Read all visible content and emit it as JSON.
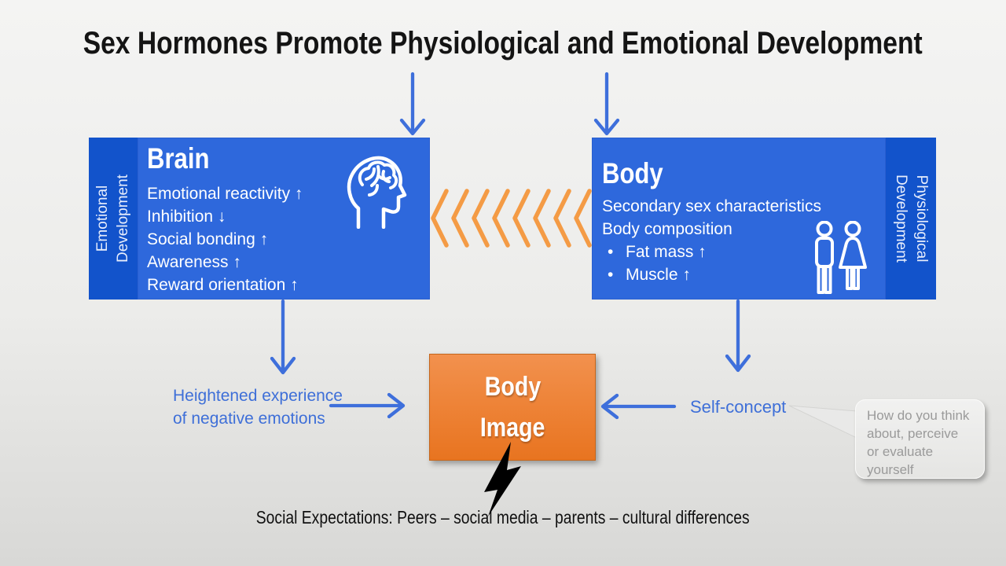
{
  "title": "Sex Hormones Promote Physiological and Emotional Development",
  "brain_box": {
    "side_label": [
      "Emotional",
      "Development"
    ],
    "title": "Brain",
    "items": [
      "Emotional reactivity ↑",
      "Inhibition ↓",
      "Social bonding ↑",
      "Awareness ↑",
      "Reward orientation ↑"
    ],
    "icon": "brain-head-icon"
  },
  "body_box": {
    "side_label": [
      "Physiological",
      "Development"
    ],
    "title": "Body",
    "lines": [
      "Secondary sex characteristics",
      "Body composition"
    ],
    "bullet_char": "•",
    "bullets": [
      "Fat mass ↑",
      "Muscle ↑"
    ],
    "icon": "male-female-icon"
  },
  "center_box": {
    "lines": [
      "Body",
      "Image"
    ]
  },
  "notes": {
    "left": [
      "Heightened experience",
      "of negative emotions"
    ],
    "right": "Self-concept",
    "bottom": "Social Expectations: Peers – social media – parents – cultural differences"
  },
  "speech_bubble": {
    "lines": [
      "How do you think",
      "about, perceive",
      "or evaluate",
      "yourself"
    ]
  },
  "colors": {
    "box_blue": "#2E68DC",
    "box_blue_dark": "#1253CB",
    "arrow_blue": "#3E6FDB",
    "chevron_orange": "#F49B45",
    "center_orange_top": "#F2914E",
    "center_orange_bottom": "#E87420",
    "bubble_fill": "#EBEBEA",
    "bubble_text": "#9A9A9A",
    "bolt_black": "#000000",
    "title_text": "#141414"
  }
}
